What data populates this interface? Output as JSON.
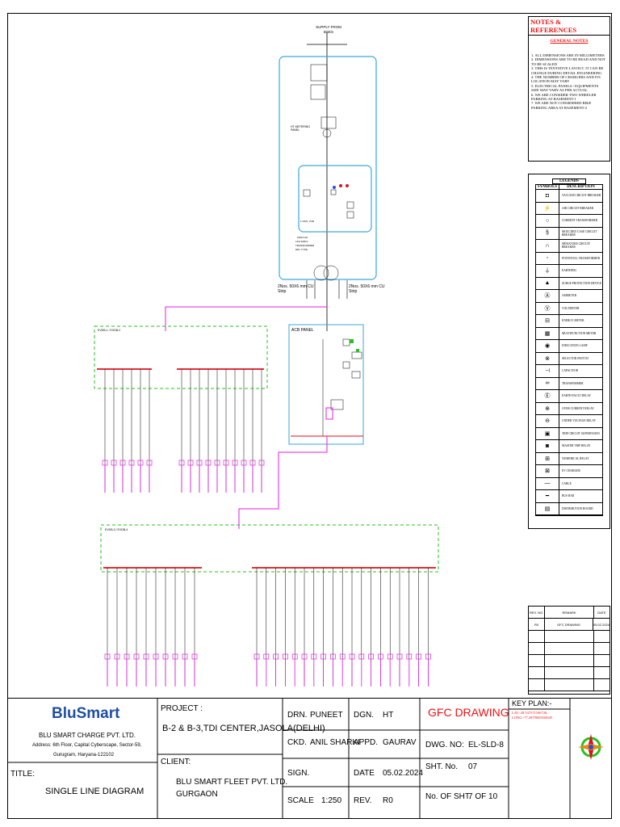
{
  "diagram": {
    "supply": "SUPPLY FROM\nBSES",
    "ht_panel": "HT METERING\nPANEL",
    "transformer": "1600 KVA\n11/0.433KV\nTRANSFORMER",
    "strip_left": "2Nos. 50X6 mm CU Strip",
    "strip_right": "2Nos. 50X6 mm CU Strip",
    "acb_panel": "ACB PANEL",
    "db_upper_left": "EVDB-1",
    "db_upper_right": "EVDB-2",
    "db_lower_left": "EVDB-3",
    "db_lower_right": "EVDB-4"
  },
  "notes": {
    "header": "NOTES & REFERENCES",
    "subheader": "GENERAL NOTES",
    "items": [
      "1.  ALL DIMENSIONS ARE IN MILLIMETERS",
      "2.  DIMENSIONS ARE TO BE READ AND NOT TO BE SCALED",
      "3.  THIS IS TENTATIVE LAYOUT. IT CAN BE CHANGE DURING DETAIL ENGINEERING",
      "4.  THE NUMBER OF CHARGERS AND ITS LOCATION MAY VARY",
      "5.  ELECTRICAL PANELS / EQUIPMENTS SIZE MAY VARY AS PER ACTUAL",
      "6.  WE ARE CONSIDER TWO WHEELER PARKING AT BASEMENT-1",
      "7.  WE ARE NOT CONSIDERED BIKE PARKING AREA AT BASEMENT-2"
    ]
  },
  "legend": {
    "title": "LEGENDS",
    "col_symbol": "SYMBOLS",
    "col_desc": "DESCRIPTION",
    "rows": [
      "VACUUM CIRCUIT BREAKER",
      "AIR CIRCUIT BREAKER",
      "CURRENT TRANSFORMER",
      "MOULDED CASE CIRCUIT BREAKER",
      "MINIATURE CIRCUIT BREAKER",
      "POTENTIAL TRANSFORMER",
      "EARTHING",
      "SURGE PROTECTION DEVICE",
      "AMMETER",
      "VOLTMETER",
      "ENERGY METER",
      "MULTIFUNCTION METER",
      "INDICATION LAMP",
      "SELECTOR SWITCH",
      "CAPACITOR",
      "TRANSFORMER",
      "EARTH FAULT RELAY",
      "OVER CURRENT RELAY",
      "UNDER VOLTAGE RELAY",
      "TRIP CIRCUIT SUPERVISION",
      "MASTER TRIP RELAY",
      "NUMERICAL RELAY",
      "EV CHARGER",
      "CABLE",
      "BUS BAR",
      "DISTRIBUTION BOARD"
    ]
  },
  "revisions": {
    "headers": [
      "REV. NO.",
      "REMARK",
      "DATE"
    ],
    "rows": [
      [
        "R0",
        "GFC DRAWING",
        "05.02.2024"
      ]
    ]
  },
  "title_block": {
    "logo": "BluSmart",
    "company": "BLU SMART CHARGE PVT. LTD.",
    "address_1": "Address: 6th Floor, Capital Cyberscape, Sector-59,",
    "address_2": "Gurugram, Haryana-122102",
    "title_label": "TITLE:",
    "title_value": "SINGLE LINE DIAGRAM",
    "project_label": "PROJECT :",
    "project_value": "B-2 & B-3,TDI CENTER,JASOLA(DELHI)",
    "client_label": "CLIENT:",
    "client_value_1": "BLU SMART FLEET PVT. LTD.",
    "client_value_2": "GURGAON",
    "drn_label": "DRN.",
    "drn_value": "PUNEET",
    "dgn_label": "DGN.",
    "dgn_value": "HT",
    "ckd_label": "CKD.",
    "ckd_value": "ANIL SHARKI",
    "appd_label": "APPD.",
    "appd_value": "GAURAV",
    "sign_label": "SIGN.",
    "date_label": "DATE",
    "date_value": "05.02.2024",
    "scale_label": "SCALE",
    "scale_value": "1:250",
    "rev_label": "REV.",
    "rev_value": "R0",
    "status": "GFC DRAWING",
    "dwg_label": "DWG. NO:",
    "dwg_value": "EL-SLD-8",
    "sht_label": "SHT. No.",
    "sht_value": "07",
    "nsht_label": "No. OF SHT.",
    "nsht_value": "7 OF 10",
    "keyplan_label": "KEY PLAN:-",
    "lat": "LAT:-28.537571166726,",
    "long": "LONG:-77.2879069550045"
  },
  "colors": {
    "cyan": "#3aa9d8",
    "magenta": "#e61ee6",
    "bus_red": "#e0101a",
    "green_dash": "#27c21f",
    "notes_red": "#e11"
  }
}
